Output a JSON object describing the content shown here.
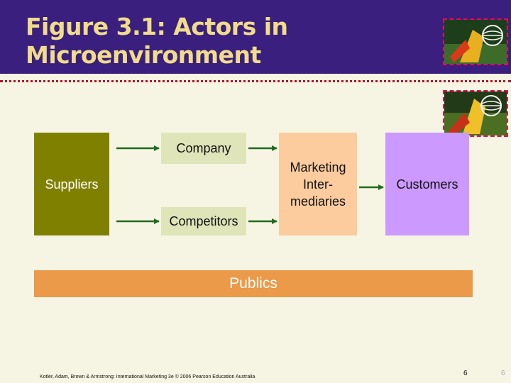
{
  "slide": {
    "title_line1": "Figure 3.1: Actors in",
    "title_line2": "Microenvironment"
  },
  "diagram": {
    "suppliers": "Suppliers",
    "company": "Company",
    "competitors": "Competitors",
    "intermediaries_line1": "Marketing",
    "intermediaries_line2": "Inter-",
    "intermediaries_line3": "mediaries",
    "customers": "Customers",
    "publics": "Publics"
  },
  "footer": {
    "source": "Kotler, Adam, Brown & Armstrong: International Marketing 3e © 2006 Pearson Education Australia",
    "page": "6",
    "page_ghost": "6"
  },
  "colors": {
    "header": "#3a1f7e",
    "title": "#f0dc8a",
    "suppliers": "#808000",
    "company": "#dfe5b8",
    "intermediaries": "#fccc9e",
    "customers": "#cc99ff",
    "publics": "#ea9a48",
    "arrows": "#1f6b1f"
  }
}
